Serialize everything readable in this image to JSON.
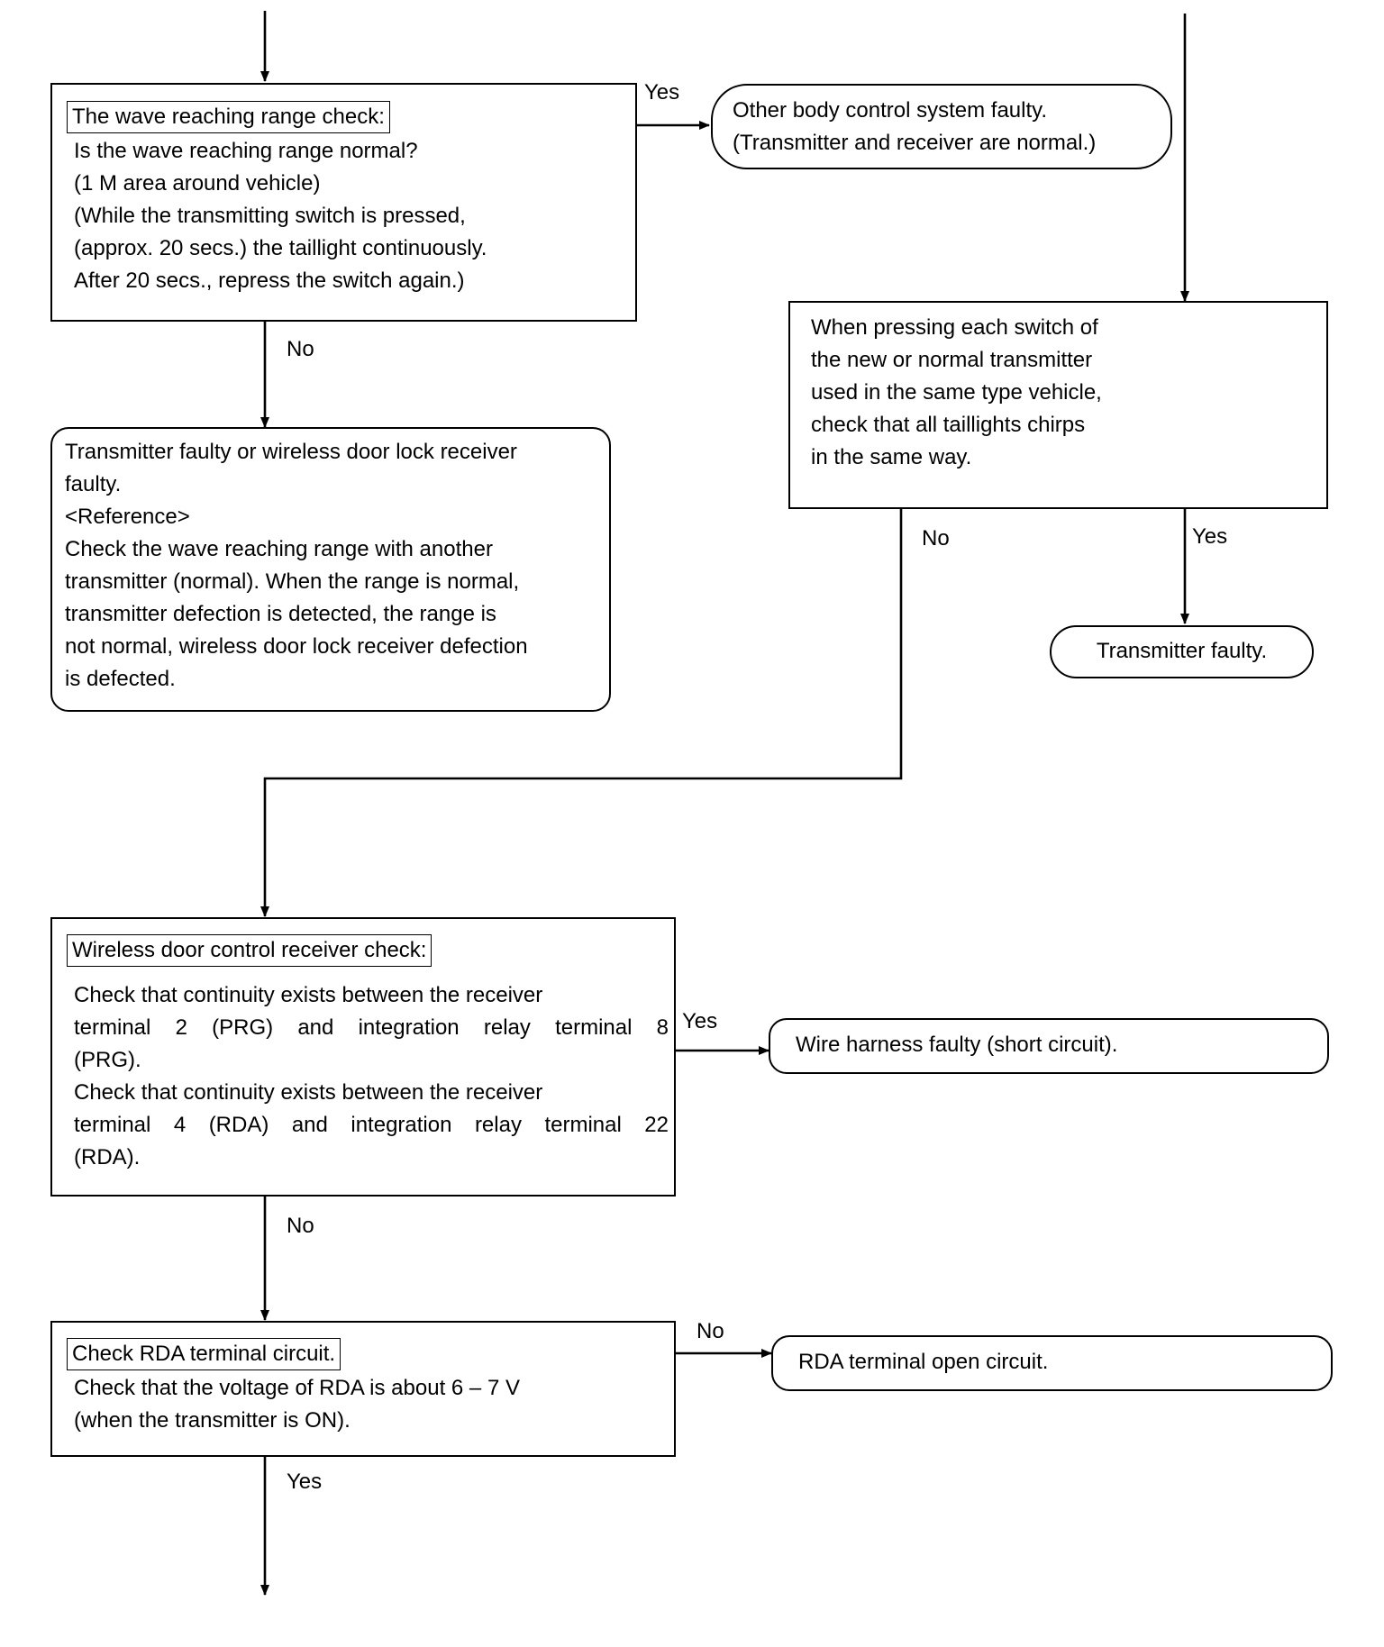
{
  "nodes": {
    "wave_check": {
      "title": "The wave reaching range check:",
      "lines": [
        "Is the wave reaching range normal?",
        "(1 M area around vehicle)",
        "(While the transmitting switch is pressed,",
        "(approx. 20 secs.) the taillight continuously.",
        "After 20 secs., repress the switch again.)"
      ]
    },
    "other_body_faulty": {
      "lines": [
        "Other body control system faulty.",
        "(Transmitter and receiver are normal.)"
      ]
    },
    "transmitter_or_receiver_faulty": {
      "lines": [
        "Transmitter faulty or wireless door lock receiver",
        "faulty.",
        "<Reference>",
        "Check the wave reaching range with another",
        "transmitter (normal). When the range is normal,",
        "transmitter defection is detected, the range is",
        "not normal, wireless door lock receiver defection",
        "is defected."
      ]
    },
    "new_transmitter_check": {
      "lines": [
        "When pressing each switch of",
        "the new or normal transmitter",
        "used in the same type vehicle,",
        "check that all taillights chirps",
        "in the same way."
      ]
    },
    "transmitter_faulty": {
      "text": "Transmitter faulty."
    },
    "receiver_check": {
      "title": "Wireless door control receiver check:",
      "lines": [
        "Check that continuity exists between the receiver",
        "terminal 2 (PRG) and integration relay terminal 8",
        "(PRG).",
        "Check that continuity exists between the receiver",
        "terminal 4 (RDA) and integration relay terminal 22",
        "(RDA)."
      ]
    },
    "wire_harness_faulty": {
      "text": "Wire harness faulty (short circuit)."
    },
    "rda_circuit_check": {
      "title": "Check RDA terminal circuit.",
      "lines": [
        "Check that the voltage of RDA is about 6 – 7 V",
        "(when the transmitter is ON)."
      ]
    },
    "rda_open_circuit": {
      "text": "RDA terminal open circuit."
    }
  },
  "edge_labels": {
    "wave_yes": "Yes",
    "wave_no": "No",
    "new_no": "No",
    "new_yes": "Yes",
    "receiver_yes": "Yes",
    "receiver_no": "No",
    "rda_no": "No",
    "rda_yes": "Yes"
  }
}
